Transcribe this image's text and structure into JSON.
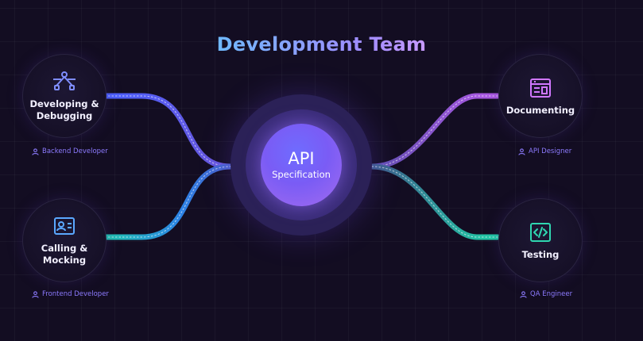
{
  "title": "Development Team",
  "hub": {
    "title": "API",
    "subtitle": "Specification"
  },
  "nodes": [
    {
      "id": "developing",
      "label_line1": "Developing &",
      "label_line2": "Debugging",
      "role": "Backend Developer",
      "icon": "nodes-icon",
      "color": "#6e8bff"
    },
    {
      "id": "calling",
      "label_line1": "Calling &",
      "label_line2": "Mocking",
      "role": "Frontend Developer",
      "icon": "id-card-icon",
      "color": "#5aa8ff"
    },
    {
      "id": "documenting",
      "label_line1": "Documenting",
      "role": "API Designer",
      "icon": "document-window-icon",
      "color": "#d077ff"
    },
    {
      "id": "testing",
      "label_line1": "Testing",
      "role": "QA Engineer",
      "icon": "code-icon",
      "color": "#2fd6b0"
    }
  ],
  "colors": {
    "background": "#130d22",
    "wire_blue": "#4e67ff",
    "wire_teal": "#21c1a6",
    "wire_purple": "#a857e8",
    "role_text": "#8d7bff"
  }
}
